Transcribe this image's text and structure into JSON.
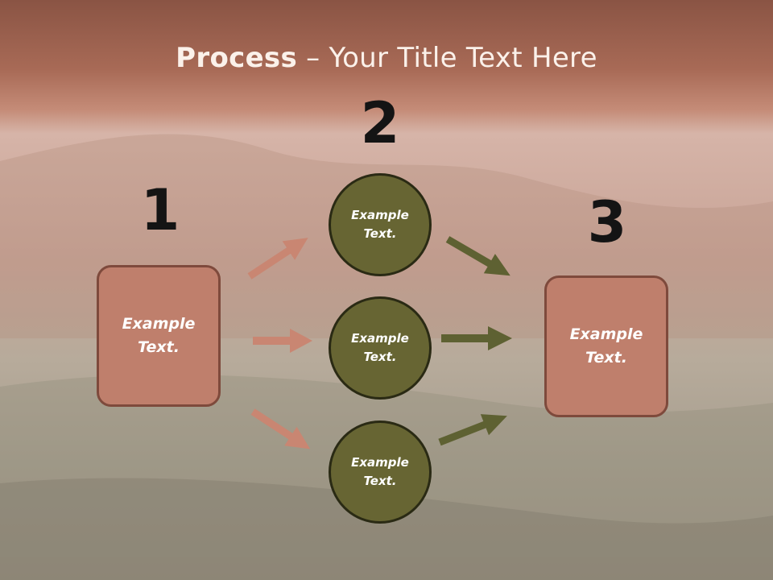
{
  "title": {
    "bold": "Process",
    "rest": " – Your Title Text Here"
  },
  "steps": {
    "one": "1",
    "two": "2",
    "three": "3"
  },
  "nodes": {
    "left_box": "Example\nText.",
    "circle_top": "Example\nText.",
    "circle_mid": "Example\nText.",
    "circle_bottom": "Example\nText.",
    "right_box": "Example\nText."
  },
  "colors": {
    "box_fill": "#bf7f6c",
    "circle_fill": "#676533",
    "arrow_pink": "#c98672",
    "arrow_olive": "#5e6132",
    "header_band": "#a86a56"
  }
}
